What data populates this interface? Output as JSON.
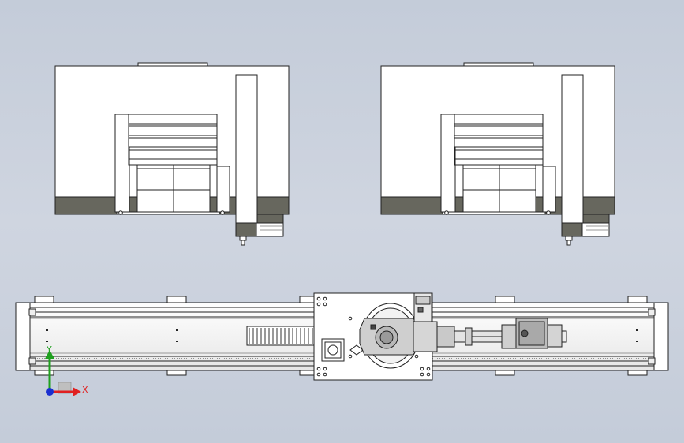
{
  "view": {
    "background_top": "#c4ccd9",
    "background_bottom": "#cfd5e0"
  },
  "triad": {
    "x_label": "X",
    "y_label": "Y",
    "x_color": "#e02020",
    "y_color": "#1fa01f",
    "z_color": "#1a2fd0"
  },
  "drawing": {
    "components": [
      "machine-enclosure-left",
      "machine-enclosure-right",
      "linear-track-rail",
      "cable-drag-chain",
      "robot-carriage-plate",
      "robot-arm-top-view"
    ],
    "enclosure_count": 2
  }
}
